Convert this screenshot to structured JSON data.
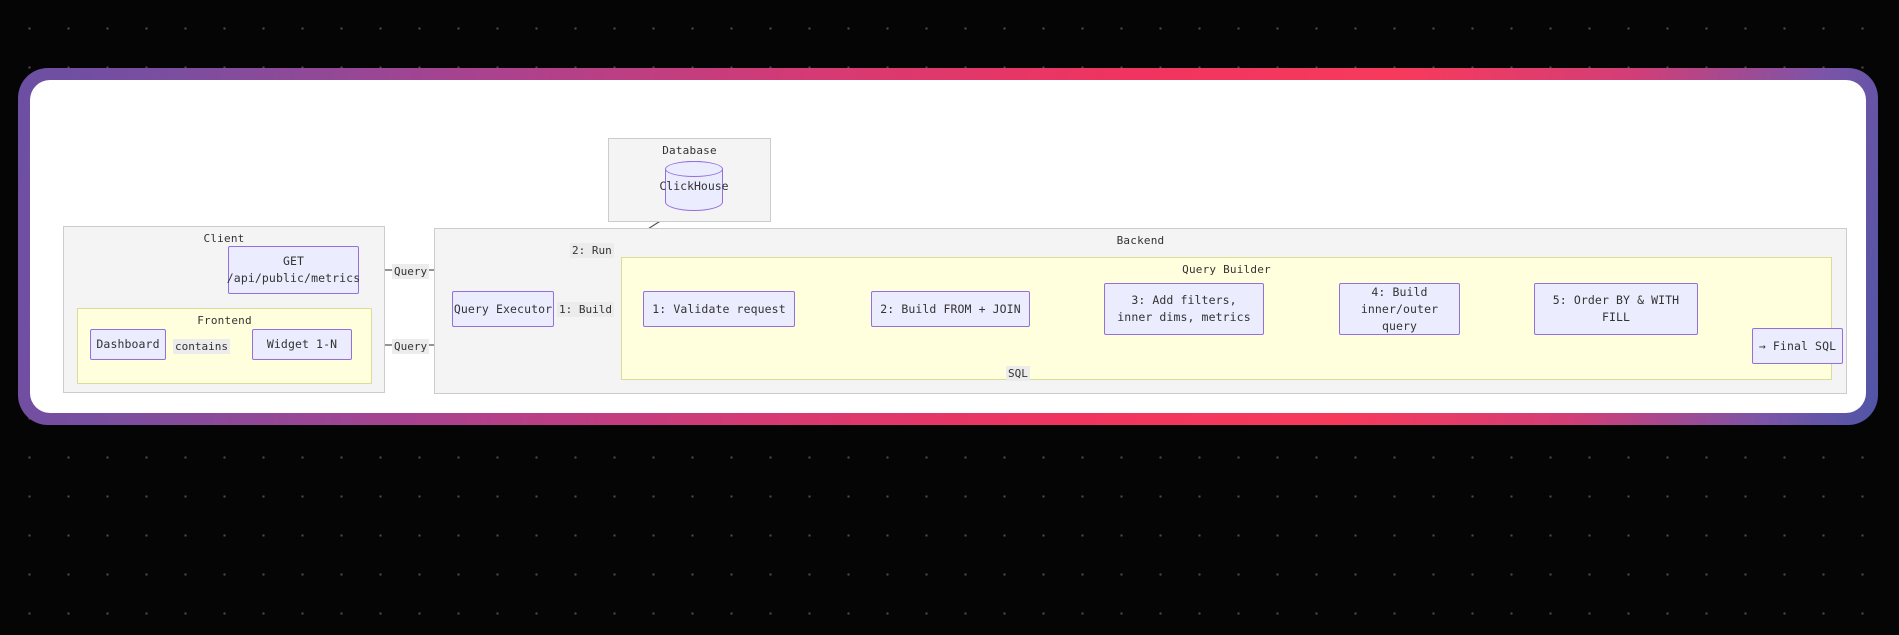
{
  "theme": {
    "page_background": "#050505",
    "dot_color": "#4a4a4a",
    "card_background": "#ffffff",
    "frame_gradient_start": "#6b4fa3",
    "frame_gradient_mid": "#f0345f",
    "frame_gradient_end": "#4f55a5",
    "node_fill": "#ececff",
    "node_border": "#9370db",
    "cluster_gray_fill": "#f4f4f5",
    "cluster_yellow_fill": "#ffffde",
    "edge_color": "#555555"
  },
  "clusters": {
    "client": {
      "label": "Client"
    },
    "frontend": {
      "label": "Frontend"
    },
    "database": {
      "label": "Database"
    },
    "backend": {
      "label": "Backend"
    },
    "query_builder": {
      "label": "Query Builder"
    }
  },
  "nodes": {
    "api_endpoint": {
      "label": "GET\n/api/public/metrics"
    },
    "dashboard": {
      "label": "Dashboard"
    },
    "widget": {
      "label": "Widget 1-N"
    },
    "clickhouse": {
      "label": "ClickHouse"
    },
    "query_executor": {
      "label": "Query Executor"
    },
    "step1": {
      "label": "1: Validate request"
    },
    "step2": {
      "label": "2: Build FROM + JOIN"
    },
    "step3": {
      "label": "3: Add filters,\ninner dims, metrics"
    },
    "step4": {
      "label": "4: Build\ninner/outer query"
    },
    "step5": {
      "label": "5: Order BY & WITH\nFILL"
    },
    "final_sql": {
      "label": "→ Final SQL"
    }
  },
  "edge_labels": {
    "contains": "contains",
    "query_from_api": "Query",
    "query_from_widget": "Query",
    "run": "2: Run",
    "build": "1: Build",
    "sql": "SQL"
  }
}
